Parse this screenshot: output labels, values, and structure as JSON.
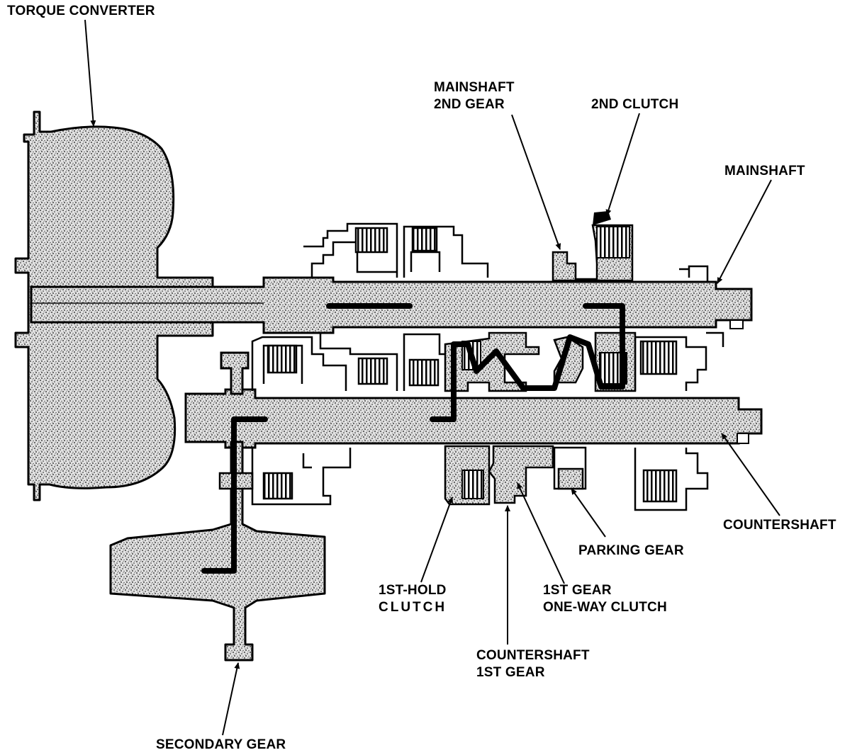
{
  "labels": {
    "torque_converter": "TORQUE CONVERTER",
    "mainshaft_2nd_gear_line1": "MAINSHAFT",
    "mainshaft_2nd_gear_line2": "2ND GEAR",
    "second_clutch": "2ND CLUTCH",
    "mainshaft": "MAINSHAFT",
    "countershaft": "COUNTERSHAFT",
    "parking_gear": "PARKING GEAR",
    "first_hold_clutch_line1": "1ST-HOLD",
    "first_hold_clutch_line2": "CLUTCH",
    "first_gear_owc_line1": "1ST GEAR",
    "first_gear_owc_line2": "ONE-WAY CLUTCH",
    "countershaft_1st_gear_line1": "COUNTERSHAFT",
    "countershaft_1st_gear_line2": "1ST GEAR",
    "secondary_gear": "SECONDARY GEAR"
  },
  "colors": {
    "ink": "#000000",
    "part_fill": "#d6d6d6",
    "paper": "#ffffff"
  }
}
